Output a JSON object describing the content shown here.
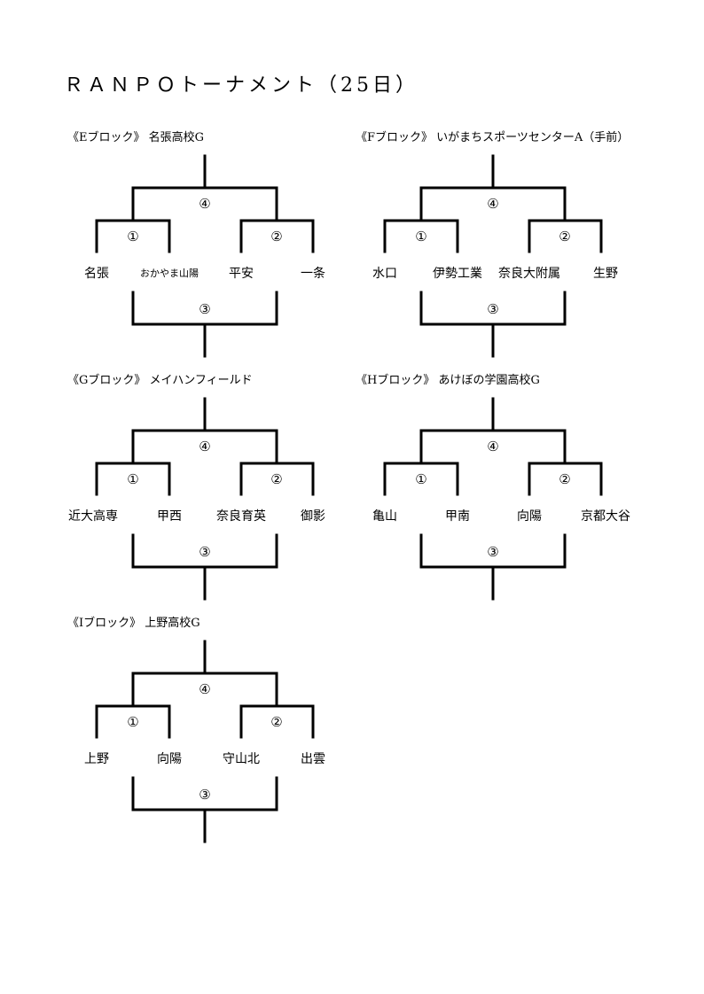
{
  "title": "ＲＡＮＰＯトーナメント（25日）",
  "match_labels": {
    "m1": "①",
    "m2": "②",
    "m3": "③",
    "m4": "④"
  },
  "blocks": [
    {
      "heading": "《Eブロック》 名張高校G",
      "teams": [
        "名張",
        "おかやま山陽",
        "平安",
        "一条"
      ]
    },
    {
      "heading": "《Fブロック》 いがまちスポーツセンターA（手前）",
      "teams": [
        "水口",
        "伊勢工業",
        "奈良大附属",
        "生野"
      ]
    },
    {
      "heading": "《Gブロック》 メイハンフィールド",
      "teams": [
        "近大高専",
        "甲西",
        "奈良育英",
        "御影"
      ]
    },
    {
      "heading": "《Hブロック》 あけぼの学園高校G",
      "teams": [
        "亀山",
        "甲南",
        "向陽",
        "京都大谷"
      ]
    },
    {
      "heading": "《Iブロック》 上野高校G",
      "teams": [
        "上野",
        "向陽",
        "守山北",
        "出雲"
      ]
    }
  ]
}
